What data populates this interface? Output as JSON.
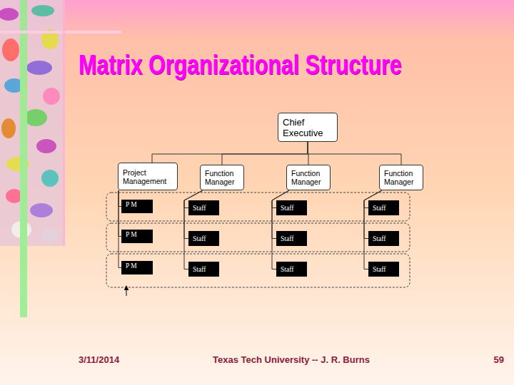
{
  "diagram": {
    "title": "Matrix Organizational Structure",
    "nodes": [
      {
        "text": [
          "Chief Executive"
        ]
      },
      {
        "text": [
          "Project Management"
        ]
      },
      {
        "text": [
          "Function Manager"
        ]
      },
      {
        "text": [
          "Function Manager"
        ]
      },
      {
        "text": [
          "Function Manager"
        ]
      },
      {
        "text": [
          "P M"
        ]
      },
      {
        "text": [
          "Staff"
        ]
      },
      {
        "text": [
          "Staff"
        ]
      },
      {
        "text": [
          "Staff"
        ]
      },
      {
        "text": [
          "P M"
        ]
      },
      {
        "text": [
          "Staff"
        ]
      },
      {
        "text": [
          "Staff"
        ]
      },
      {
        "text": [
          "Staff"
        ]
      },
      {
        "text": [
          "P M"
        ]
      },
      {
        "text": [
          "Staff"
        ]
      },
      {
        "text": [
          "Staff"
        ]
      },
      {
        "text": [
          "Staff"
        ]
      }
    ],
    "edges": [
      {
        "from": 0,
        "to": 1,
        "arrow": "none"
      },
      {
        "from": 0,
        "to": 2,
        "arrow": "none"
      },
      {
        "from": 0,
        "to": 3,
        "arrow": "none"
      },
      {
        "from": 0,
        "to": 4,
        "arrow": "none"
      },
      {
        "from": 1,
        "to": 5,
        "arrow": "none"
      },
      {
        "from": 1,
        "to": 9,
        "arrow": "none"
      },
      {
        "from": 1,
        "to": 13,
        "arrow": "none"
      },
      {
        "from": 2,
        "to": 6,
        "arrow": "none"
      },
      {
        "from": 2,
        "to": 10,
        "arrow": "none"
      },
      {
        "from": 2,
        "to": 14,
        "arrow": "none"
      },
      {
        "from": 3,
        "to": 7,
        "arrow": "none"
      },
      {
        "from": 3,
        "to": 11,
        "arrow": "none"
      },
      {
        "from": 3,
        "to": 15,
        "arrow": "none"
      },
      {
        "from": 4,
        "to": 8,
        "arrow": "none"
      },
      {
        "from": 4,
        "to": 12,
        "arrow": "none"
      },
      {
        "from": 4,
        "to": 16,
        "arrow": "none"
      }
    ],
    "labels": [
      "3/11/2014",
      "Texas Tech University -- J. R. Burns",
      "59"
    ]
  }
}
